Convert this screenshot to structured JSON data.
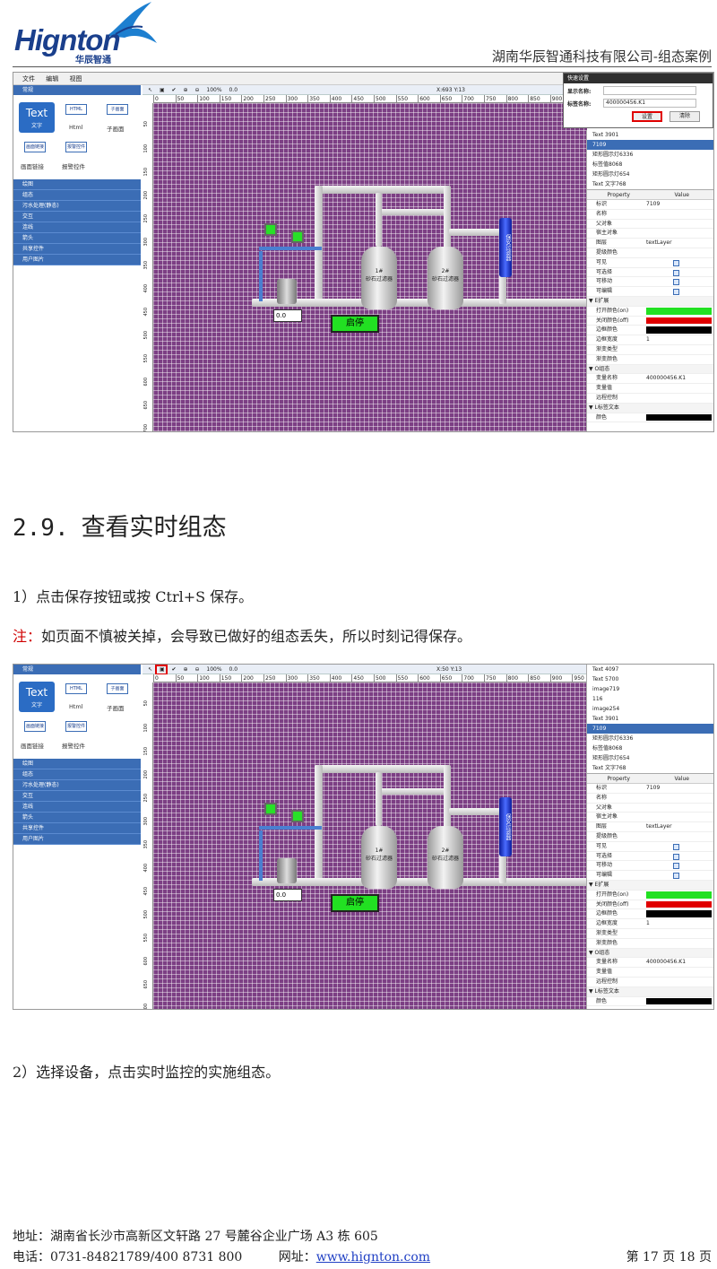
{
  "header": {
    "logo_text": "Hignton",
    "logo_sub": "华辰智通",
    "company": "湖南华辰智通科技有限公司-组态案例"
  },
  "editor": {
    "menu": [
      "文件",
      "编辑",
      "视图"
    ],
    "left_panel": {
      "head": "常规",
      "text_tool": "Text",
      "text_caption": "文字",
      "html_tool": "HTML",
      "html_caption": "Html",
      "subpage_tool": "子画面",
      "subpage_caption": "子画面",
      "link_tool": "画面链接",
      "link_caption": "画面链接",
      "alarm_tool": "报警控件",
      "alarm_caption": "报警控件",
      "categories": [
        "绘图",
        "组态",
        "污水处理(静态)",
        "交互",
        "连线",
        "箭头",
        "共享控件",
        "用户图片"
      ]
    },
    "toolbar": {
      "zoom": "100%",
      "value": "0.0",
      "coords_1": "X:693 Y:13",
      "coords_2": "X:50 Y:13"
    },
    "ruler_top": [
      "0",
      "50",
      "100",
      "150",
      "200",
      "250",
      "300",
      "350",
      "400",
      "450",
      "500",
      "550",
      "600",
      "650",
      "700",
      "750",
      "800",
      "850",
      "900",
      "950"
    ],
    "ruler_left": [
      "50",
      "100",
      "150",
      "200",
      "250",
      "300",
      "350",
      "400",
      "450",
      "500",
      "550",
      "600",
      "650",
      "700"
    ],
    "canvas": {
      "tank1_label": "1#\n砂石过滤器",
      "tank2_label": "2#\n砂石过滤器",
      "filter_label": "保安过滤器",
      "numeric": "0.0",
      "start_button": "启停"
    },
    "tree_1": [
      "Text 3901",
      "7109",
      "矩形圆示灯6336",
      "标签值8068",
      "矩形圆示灯654",
      "Text 文字768"
    ],
    "tree_2": [
      "Text 4097",
      "Text 5700",
      "image719",
      "116",
      "image254",
      "Text 3901",
      "7109",
      "矩形圆示灯6336",
      "标签值8068",
      "矩形圆示灯654",
      "Text 文字768"
    ],
    "props_header": {
      "property": "Property",
      "value": "Value"
    },
    "props": [
      {
        "k": "标识",
        "v": "7109"
      },
      {
        "k": "名称",
        "v": ""
      },
      {
        "k": "父对象",
        "v": ""
      },
      {
        "k": "宿主对象",
        "v": ""
      },
      {
        "k": "图层",
        "v": "textLayer"
      },
      {
        "k": "提级颜色",
        "v": ""
      },
      {
        "k": "可见",
        "v": "check"
      },
      {
        "k": "可选择",
        "v": "check"
      },
      {
        "k": "可移动",
        "v": "check"
      },
      {
        "k": "可编辑",
        "v": "check"
      },
      {
        "k": "▼ E扩展",
        "v": "",
        "group": true
      },
      {
        "k": "打开颜色(on)",
        "v": "#22e022"
      },
      {
        "k": "关闭颜色(off)",
        "v": "#e00000"
      },
      {
        "k": "边框颜色",
        "v": "#000000"
      },
      {
        "k": "边框宽度",
        "v": "1"
      },
      {
        "k": "渐变类型",
        "v": ""
      },
      {
        "k": "渐变颜色",
        "v": ""
      },
      {
        "k": "▼ O组态",
        "v": "",
        "group": true
      },
      {
        "k": "变量名称",
        "v": "400000456.K1"
      },
      {
        "k": "变量值",
        "v": ""
      },
      {
        "k": "远程控制",
        "v": ""
      },
      {
        "k": "▼ L标签文本",
        "v": "",
        "group": true
      },
      {
        "k": "颜色",
        "v": "#000000"
      }
    ],
    "dialog": {
      "title": "快速设置",
      "display_name_label": "显示名称:",
      "tag_name_label": "标签名称:",
      "tag_name_value": "400000456.K1",
      "set_button": "设置",
      "clear_button": "清除"
    }
  },
  "section": {
    "number": "2.9.",
    "title": "查看实时组态"
  },
  "step1": "1）点击保存按钮或按 Ctrl+S 保存。",
  "note_label": "注：",
  "note_text": "如页面不慎被关掉，会导致已做好的组态丢失，所以时刻记得保存。",
  "step2": "2）选择设备，点击实时监控的实施组态。",
  "footer": {
    "address": "地址：湖南省长沙市高新区文轩路 27 号麓谷企业广场 A3 栋 605",
    "phone": "电话：0731-84821789/400 8731 800",
    "website_label": "网址：",
    "website": "www.hignton.com",
    "page": "第 17 页 18 页"
  }
}
